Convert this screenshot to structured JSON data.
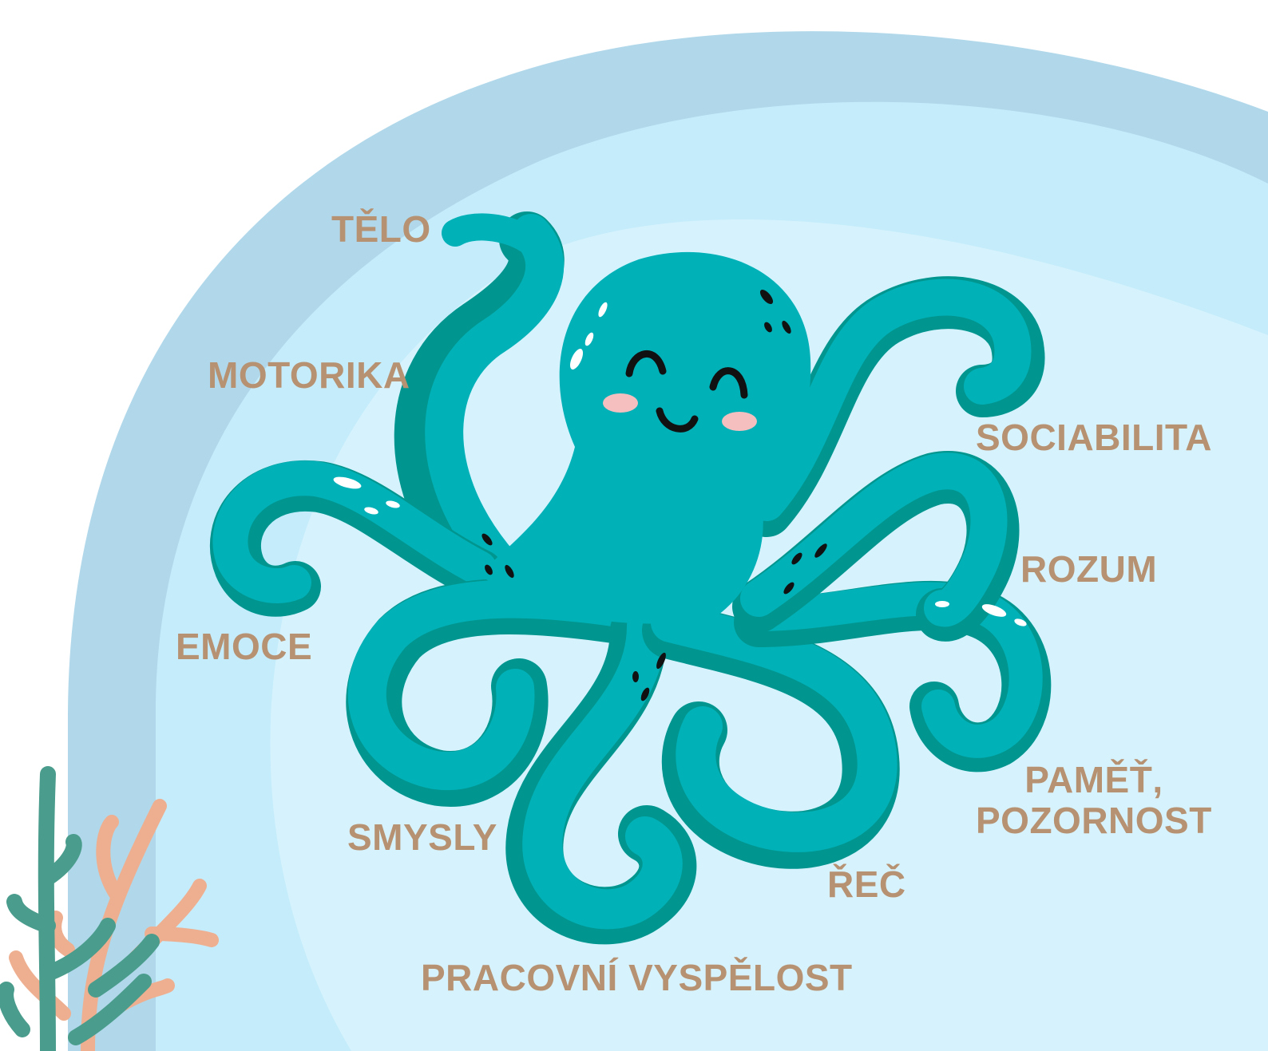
{
  "colors": {
    "background": "#ffffff",
    "ring_outer": "#b0d8ea",
    "ring_middle": "#c5ecfb",
    "ring_inner": "#d6f3fd",
    "octopus_body": "#00b1b8",
    "octopus_shade": "#00968f",
    "cheeks": "#f6bfbf",
    "label_text": "#b79272",
    "coral_green": "#4a9c8c",
    "coral_peach": "#eeaf90"
  },
  "labels": {
    "telo": "TĚLO",
    "motorika": "MOTORIKA",
    "emoce": "EMOCE",
    "smysly": "SMYSLY",
    "pracovni_vyspelost": "PRACOVNÍ VYSPĚLOST",
    "rec": "ŘEČ",
    "pamet_line1": "PAMĚŤ,",
    "pamet_line2": "POZORNOST",
    "rozum": "ROZUM",
    "sociabilita": "SOCIABILITA"
  },
  "illustration": {
    "main_figure": "octopus-icon",
    "decoration": "coral-icon"
  }
}
